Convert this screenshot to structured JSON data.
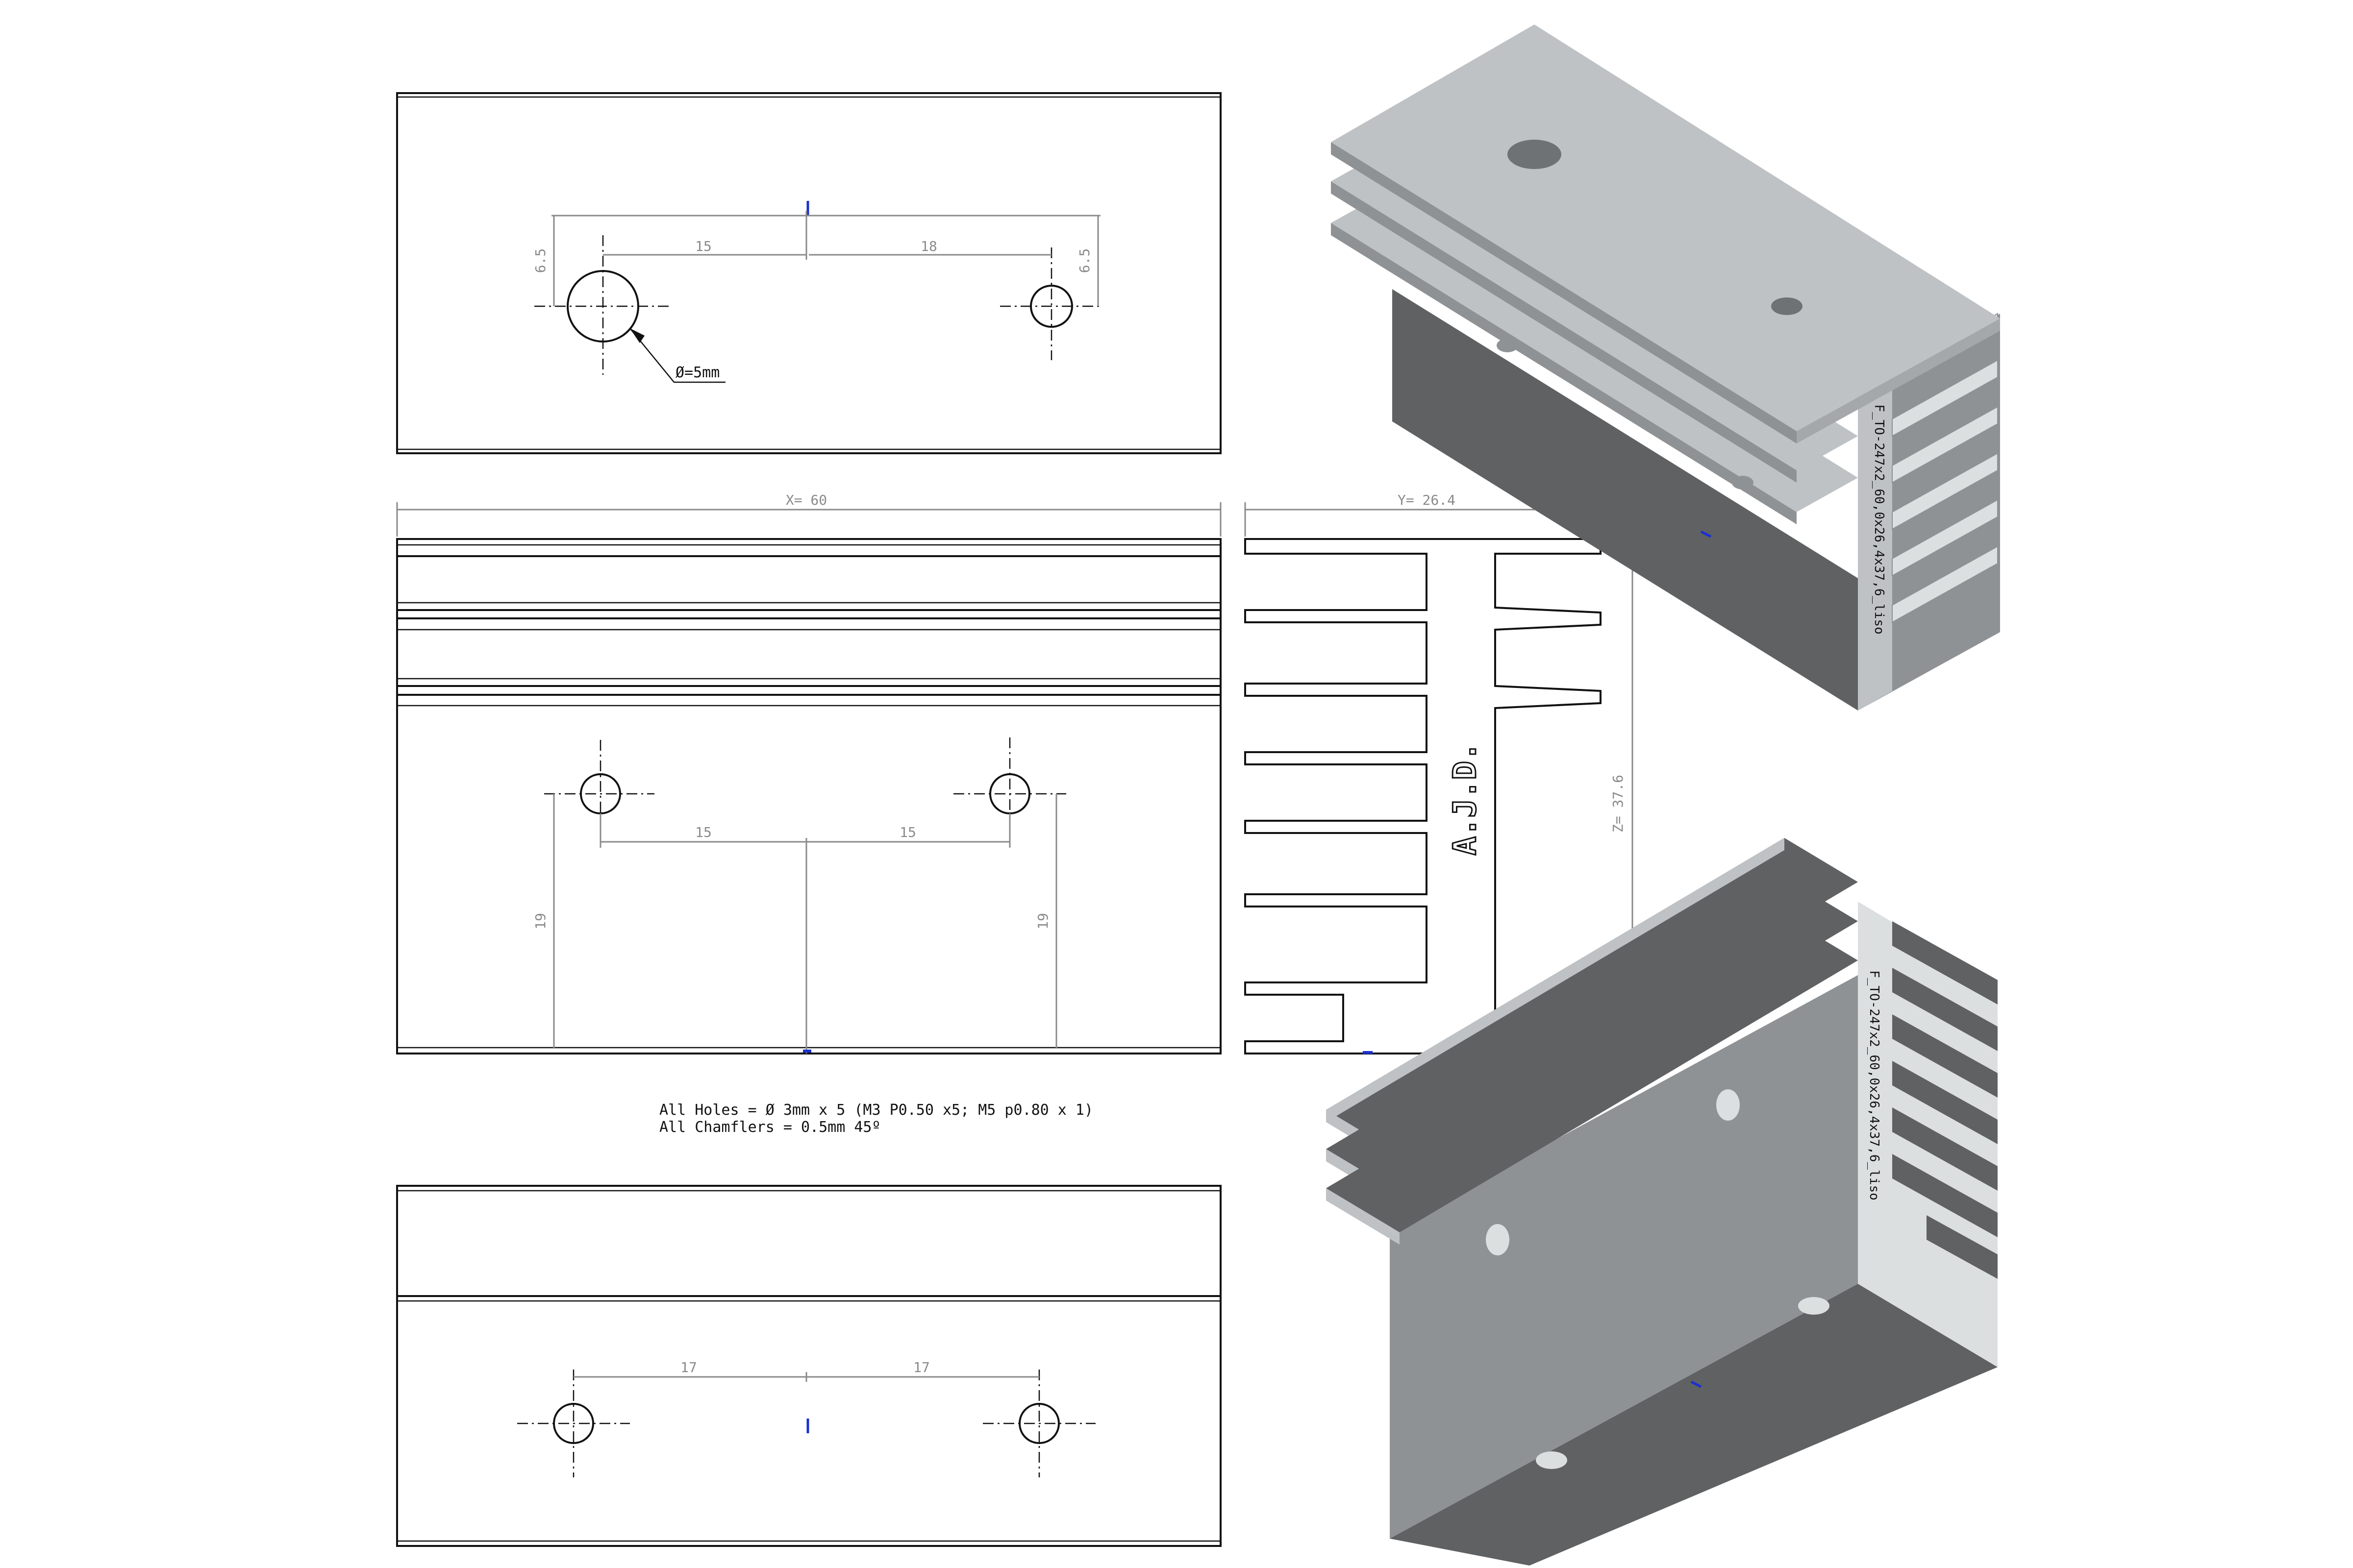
{
  "colors": {
    "face_top": "#bfc2c4",
    "face_front": "#8f9294",
    "face_dark": "#5f6163",
    "face_light": "#dcdfe0",
    "dimension": "#8a8a8a",
    "line": "#111111",
    "origin_marker": "#1a2fd0"
  },
  "views": {
    "top": {
      "dims": {
        "left_span": "15",
        "right_span": "18",
        "left_offset": "6.5",
        "right_offset": "6.5"
      },
      "callout": "Ø=5mm"
    },
    "front": {
      "overall_x": "X= 60",
      "dims": {
        "left_span": "15",
        "right_span": "15",
        "left_height": "19",
        "right_height": "19"
      }
    },
    "side": {
      "overall_y": "Y= 26.4",
      "overall_z": "Z= 37.6",
      "logo": "A.J.D."
    },
    "bottom": {
      "dims": {
        "left_span": "17",
        "right_span": "17"
      }
    },
    "isometric": {
      "upper_label": "F_TO-247x2_60,0x26,4x37,6_liso",
      "lower_label": "F_TO-247x2_60,0x26,4x37,6_liso"
    }
  },
  "notes": {
    "holes": "All Holes = Ø 3mm x 5 (M3 P0.50 x5; M5 p0.80 x 1)",
    "chamfers": "All Chamflers = 0.5mm 45º"
  }
}
